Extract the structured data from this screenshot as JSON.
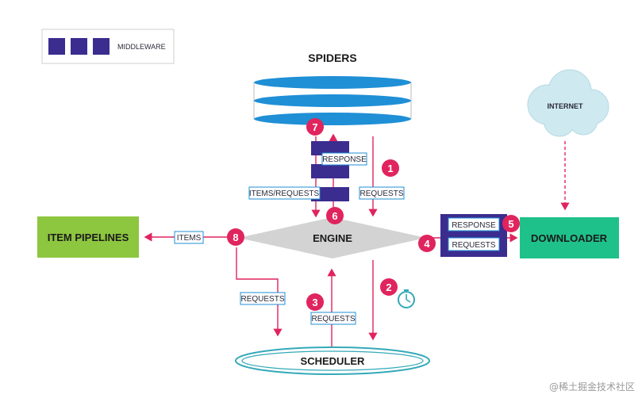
{
  "legend": {
    "label": "MIDDLEWARE"
  },
  "components": {
    "spiders": "SPIDERS",
    "engine": "ENGINE",
    "scheduler": "SCHEDULER",
    "downloader": "DOWNLOADER",
    "item_pipelines": "ITEM PIPELINES",
    "internet": "INTERNET"
  },
  "flow_labels": {
    "response_spider": "RESPONSE",
    "items_requests": "ITEMS/REQUESTS",
    "requests_spider": "REQUESTS",
    "items": "ITEMS",
    "requests_to_scheduler": "REQUESTS",
    "requests_from_scheduler": "REQUESTS",
    "response_downloader": "RESPONSE",
    "requests_downloader": "REQUESTS"
  },
  "steps": [
    "1",
    "2",
    "3",
    "4",
    "5",
    "6",
    "7",
    "8"
  ],
  "watermark": "@稀土掘金技术社区",
  "colors": {
    "middleware": "#3b2d8f",
    "step_badge": "#e0245e",
    "arrow": "#e0245e",
    "spider_disc": "#1f8fd6",
    "engine": "#d3d3d3",
    "scheduler": "#33a9b8",
    "downloader": "#1fc18a",
    "pipelines": "#8dc63f",
    "cloud": "#cfe9f0"
  }
}
